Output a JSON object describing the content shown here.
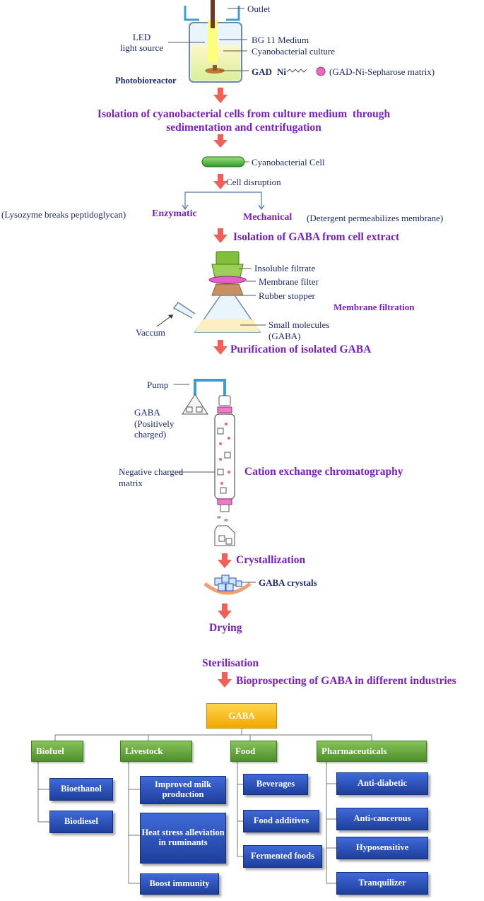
{
  "labels": {
    "outlet": "Outlet",
    "led": "LED\nlight source",
    "bg11": "BG 11 Medium",
    "culture": "Cyanobacterial culture",
    "gad": "GAD",
    "ni": "Ni",
    "matrix": "(GAD-Ni-Sepharose matrix)",
    "photobioreactor": "Photobioreactor",
    "cyano_cell": "Cyanobacterial Cell",
    "cell_disruption": "Cell disruption",
    "lysozyme": "(Lysozyme breaks peptidoglycan)",
    "enzymatic": "Enzymatic",
    "mechanical": "Mechanical",
    "detergent": "(Detergent permeabilizes membrane)",
    "insoluble": "Insoluble filtrate",
    "membrane_filter": "Membrane filter",
    "rubber": "Rubber stopper",
    "membrane_filtration": "Membrane filtration",
    "vaccum": "Vaccum",
    "small_molecules": "Small molecules\n(GABA)",
    "pump": "Pump",
    "gaba_pos": "GABA\n(Positively\ncharged)",
    "neg_matrix": "Negative charged\nmatrix",
    "cation": "Cation exchange chromatography",
    "gaba_crystals": "GABA crystals"
  },
  "steps": {
    "isolation_cells": "Isolation of cyanobacterial cells from culture medium  through\nsedimentation and centrifugation",
    "isolation_gaba": "Isolation of GABA from cell extract",
    "purification": "Purification of isolated GABA",
    "crystallization": "Crystallization",
    "drying": "Drying",
    "sterilisation": "Sterilisation",
    "bioprospecting": "Bioprospecting of GABA in different industries"
  },
  "tree": {
    "root": "GABA",
    "categories": [
      {
        "label": "Biofuel",
        "items": [
          "Bioethanol",
          "Biodiesel"
        ]
      },
      {
        "label": "Livestock",
        "items": [
          "Improved milk\nproduction",
          "Heat stress alleviation\nin ruminants",
          "Boost immunity"
        ]
      },
      {
        "label": "Food",
        "items": [
          "Beverages",
          "Food additives",
          "Fermented foods"
        ]
      },
      {
        "label": "Pharmaceuticals",
        "items": [
          "Anti-diabetic",
          "Anti-cancerous",
          "Hyposensitive",
          "Tranquilizer"
        ]
      }
    ]
  },
  "colors": {
    "step_text": "#7a1fc0",
    "label_text": "#1c2a6e",
    "arrow": "#f0605a",
    "green_box": "#5a9e33",
    "blue_box": "#2a4fb8",
    "gold_box": "#f6b400"
  }
}
